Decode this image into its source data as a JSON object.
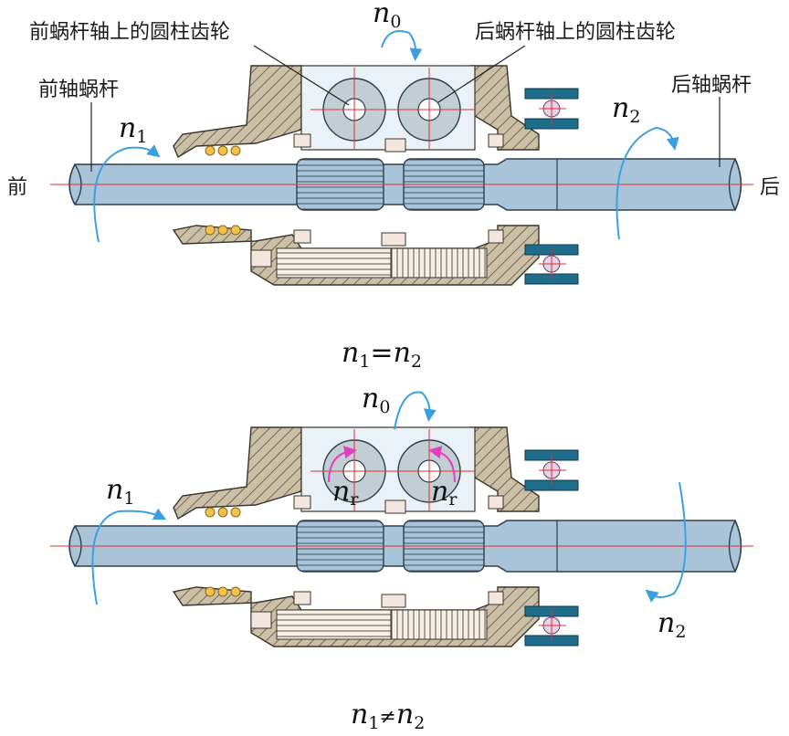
{
  "labels": {
    "front_gear": "前蜗杆轴上的圆柱齿轮",
    "rear_gear": "后蜗杆轴上的圆柱齿轮",
    "front_shaft": "前轴蜗杆",
    "rear_shaft": "后轴蜗杆",
    "front": "前",
    "rear": "后"
  },
  "symbols": {
    "n": "n",
    "sub_0": "0",
    "sub_1": "1",
    "sub_2": "2",
    "sub_r": "r",
    "equal": "=",
    "not_equal": "≠"
  },
  "captions": {
    "top": "n₁=n₂",
    "bottom": "n₁≠n₂"
  },
  "colors": {
    "shaft": "#a9c4d8",
    "housing": "#c8bda5",
    "gear": "#c3cdd4",
    "arrow": "#3aa0e0",
    "relative_arrow": "#e040c0",
    "bearing": "#1e6d8a",
    "center_line": "#e03030"
  }
}
